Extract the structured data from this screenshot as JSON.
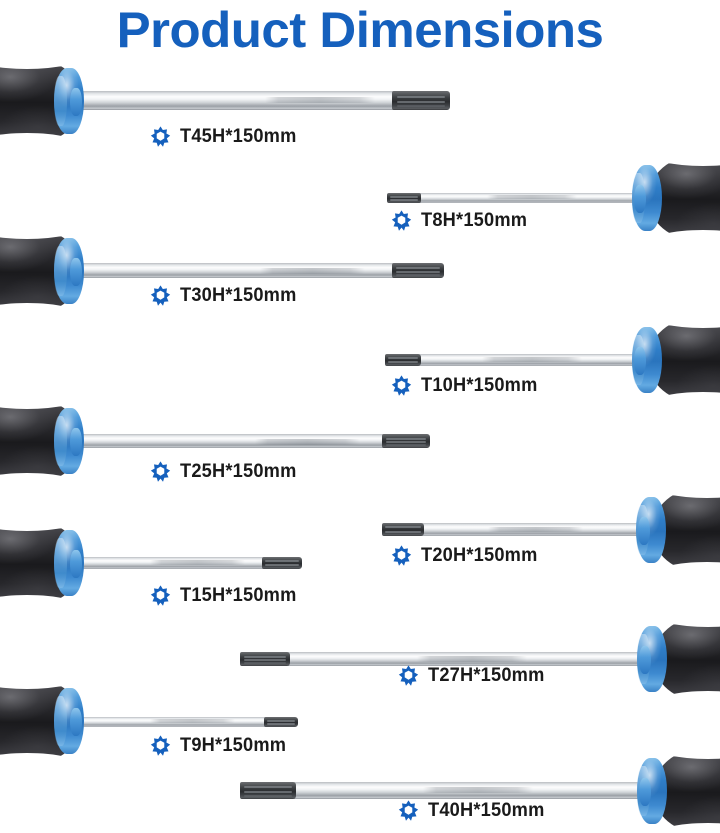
{
  "header": {
    "title": "Product Dimensions",
    "title_color": "#1560bd"
  },
  "icons": {
    "torx_star": "torx-star-icon"
  },
  "palette": {
    "title_blue": "#1560bd",
    "icon_blue": "#1560bd",
    "handle_black": "#1a1a1d",
    "collar_blue": "#2f7ec8",
    "shaft_silver": "#e4e7ea",
    "tip_dark": "#2a2c2f",
    "background": "#ffffff",
    "label_text": "#1a1a1a"
  },
  "items": [
    {
      "id": "t45h",
      "label": "T45H*150mm",
      "size_code": "T45H",
      "length": "150mm",
      "orientation": "handle-left",
      "row": 1
    },
    {
      "id": "t8h",
      "label": "T8H*150mm",
      "size_code": "T8H",
      "length": "150mm",
      "orientation": "handle-right",
      "row": 2
    },
    {
      "id": "t30h",
      "label": "T30H*150mm",
      "size_code": "T30H",
      "length": "150mm",
      "orientation": "handle-left",
      "row": 3
    },
    {
      "id": "t10h",
      "label": "T10H*150mm",
      "size_code": "T10H",
      "length": "150mm",
      "orientation": "handle-right",
      "row": 4
    },
    {
      "id": "t25h",
      "label": "T25H*150mm",
      "size_code": "T25H",
      "length": "150mm",
      "orientation": "handle-left",
      "row": 5
    },
    {
      "id": "t20h",
      "label": "T20H*150mm",
      "size_code": "T20H",
      "length": "150mm",
      "orientation": "handle-right",
      "row": 6
    },
    {
      "id": "t15h",
      "label": "T15H*150mm",
      "size_code": "T15H",
      "length": "150mm",
      "orientation": "handle-left",
      "row": 7
    },
    {
      "id": "t27h",
      "label": "T27H*150mm",
      "size_code": "T27H",
      "length": "150mm",
      "orientation": "handle-right",
      "row": 8
    },
    {
      "id": "t9h",
      "label": "T9H*150mm",
      "size_code": "T9H",
      "length": "150mm",
      "orientation": "handle-left",
      "row": 9
    },
    {
      "id": "t40h",
      "label": "T40H*150mm",
      "size_code": "T40H",
      "length": "150mm",
      "orientation": "handle-right",
      "row": 10
    }
  ]
}
